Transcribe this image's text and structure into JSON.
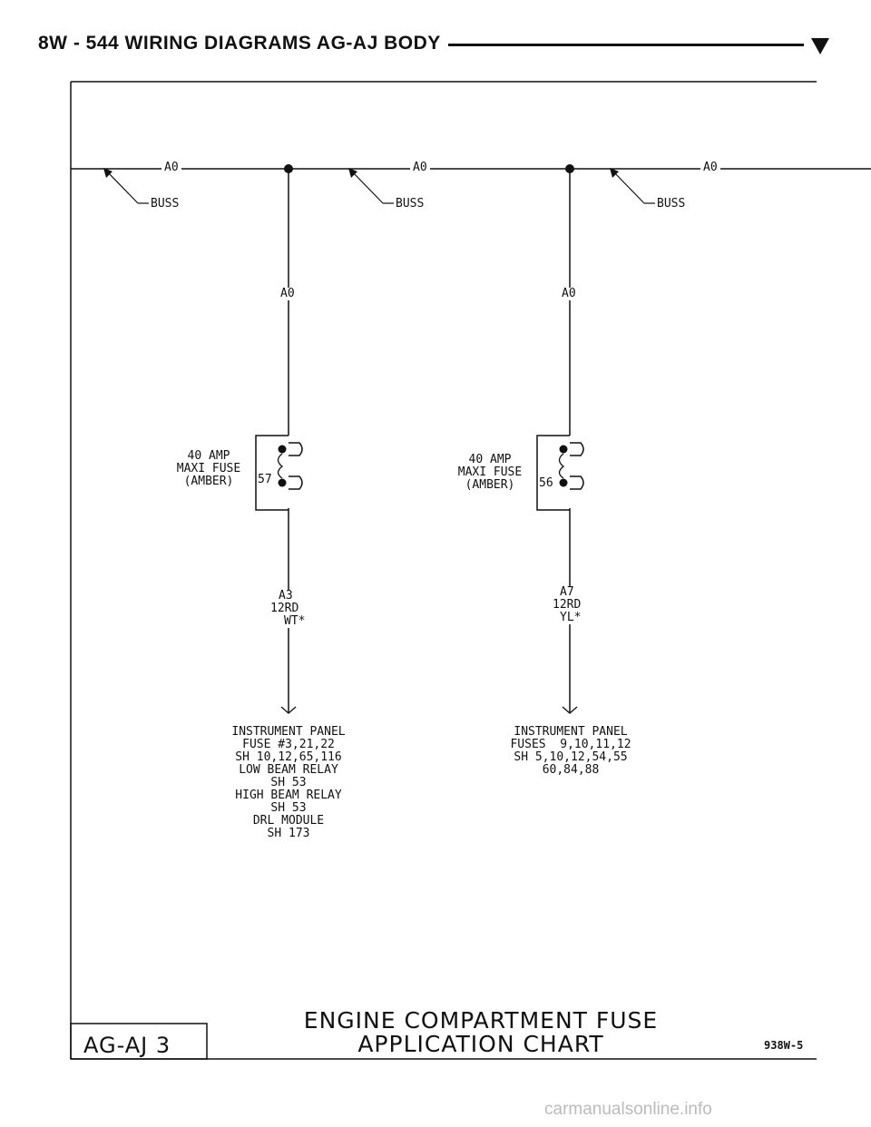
{
  "header": {
    "title": "8W - 544   WIRING DIAGRAMS AG-AJ BODY"
  },
  "diagram": {
    "buss": [
      {
        "circuit": "A0",
        "label": "BUSS"
      },
      {
        "circuit": "A0",
        "label": "BUSS"
      },
      {
        "circuit": "A0",
        "label": "BUSS"
      }
    ],
    "branches": [
      {
        "upper_circuit": "A0",
        "fuse_label": "40 AMP\nMAXI FUSE\n(AMBER)",
        "fuse_number": "57",
        "wire_circuit": "A3",
        "wire_gauge_color": "12RD",
        "wire_tracer": "WT*",
        "destination": "INSTRUMENT PANEL\nFUSE #3,21,22\nSH 10,12,65,116\nLOW BEAM RELAY\nSH 53\nHIGH BEAM RELAY\nSH 53\nDRL MODULE\nSH 173"
      },
      {
        "upper_circuit": "A0",
        "fuse_label": "40 AMP\nMAXI FUSE\n(AMBER)",
        "fuse_number": "56",
        "wire_circuit": "A7",
        "wire_gauge_color": "12RD",
        "wire_tracer": "YL*",
        "destination": "INSTRUMENT PANEL\nFUSES  9,10,11,12\nSH 5,10,12,54,55\n60,84,88"
      }
    ]
  },
  "footer": {
    "title_line1": "ENGINE COMPARTMENT FUSE",
    "title_line2": "APPLICATION CHART",
    "model_code": "AG-AJ 3",
    "figure_code": "938W-5"
  },
  "watermark": "carmanualsonline.info"
}
